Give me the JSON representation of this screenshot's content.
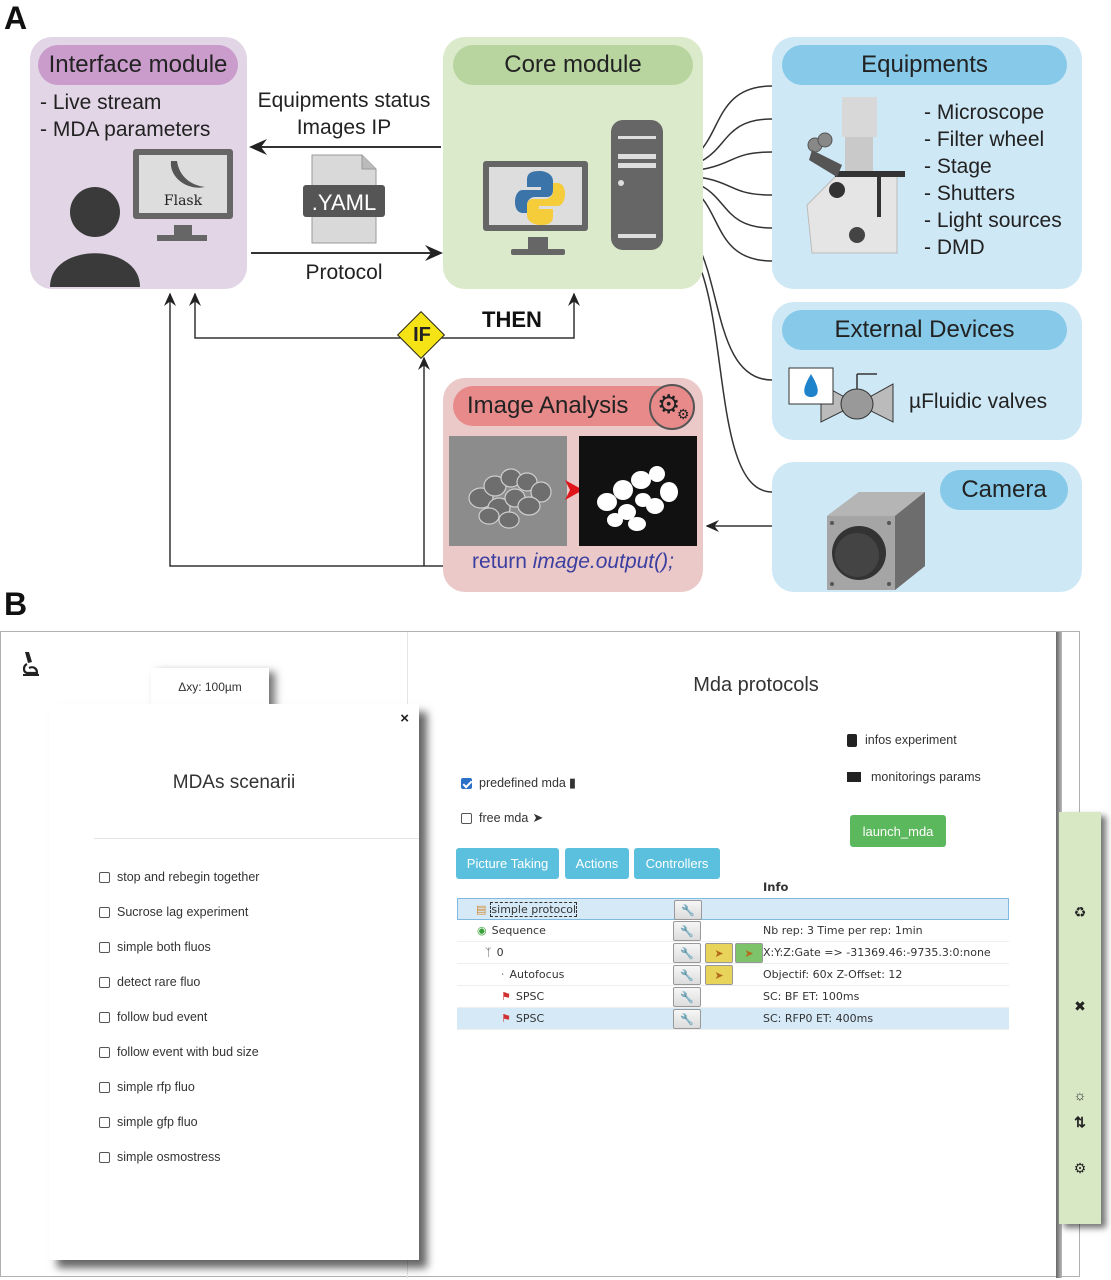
{
  "panel_labels": {
    "a": "A",
    "b": "B"
  },
  "diagram": {
    "interface_module": {
      "title": "Interface module",
      "items": [
        "- Live stream",
        "- MDA parameters"
      ],
      "monitor_label": "Flask",
      "color": "#e2d5e6",
      "pill_color": "#c99ccc"
    },
    "core_module": {
      "title": "Core module",
      "color": "#dbeacb",
      "pill_color": "#b8d5a0"
    },
    "equipments": {
      "title": "Equipments",
      "items": [
        "- Microscope",
        "- Filter wheel",
        "- Stage",
        "- Shutters",
        "- Light sources",
        "- DMD"
      ],
      "color": "#cfe8f6",
      "pill_color": "#86c9e8"
    },
    "external_devices": {
      "title": "External Devices",
      "item": "µFluidic valves"
    },
    "camera": {
      "title": "Camera"
    },
    "image_analysis": {
      "title": "Image Analysis",
      "code_prefix": "return ",
      "code_call": "image.output();",
      "color": "#ecc9c9",
      "pill_color": "#e88a8a"
    },
    "arrows": {
      "to_interface": [
        "Equipments status",
        "Images IP"
      ],
      "file_label": ".YAML",
      "to_core": "Protocol",
      "if_label": "IF",
      "then_label": "THEN"
    }
  },
  "app": {
    "delta_xy": "Δxy: 100µm",
    "modal": {
      "title": "MDAs scenarii",
      "close_icon": "×",
      "scenarios": [
        {
          "label": "stop and rebegin together",
          "checked": false
        },
        {
          "label": "Sucrose lag experiment",
          "checked": false
        },
        {
          "label": "simple both fluos",
          "checked": false
        },
        {
          "label": "detect rare fluo",
          "checked": false
        },
        {
          "label": "follow bud event",
          "checked": false
        },
        {
          "label": "follow event with bud size",
          "checked": false
        },
        {
          "label": "simple rfp fluo",
          "checked": false
        },
        {
          "label": "simple gfp fluo",
          "checked": false
        },
        {
          "label": "simple osmostress",
          "checked": false
        }
      ]
    },
    "main": {
      "title": "Mda protocols",
      "predefined_mda": {
        "label": "predefined mda",
        "checked": true
      },
      "free_mda": {
        "label": "free mda",
        "checked": false
      },
      "infos_experiment": "infos experiment",
      "monitorings_params": "monitorings params",
      "launch_button": "launch_mda",
      "tabs": [
        "Picture Taking",
        "Actions",
        "Controllers"
      ],
      "tree_header_info": "Info",
      "tree_rows": [
        {
          "name": "simple protocol",
          "info": "",
          "selected": true
        },
        {
          "name": "Sequence",
          "info": "Nb rep: 3 Time per rep: 1min",
          "selected": false
        },
        {
          "name": "0",
          "info": "X:Y:Z:Gate => -31369.46:-9735.3:0:none",
          "selected": false
        },
        {
          "name": "Autofocus",
          "info": "Objectif: 60x Z-Offset: 12",
          "selected": false
        },
        {
          "name": "SPSC",
          "info": "SC: BF ET: 100ms",
          "selected": false
        },
        {
          "name": "SPSC",
          "info": "SC: RFP0 ET: 400ms",
          "selected": true
        }
      ]
    },
    "colors": {
      "tab_blue": "#5bc0de",
      "launch_green": "#5cb85c",
      "toolbar_green": "#d8e8c5",
      "row_selected": "#d5e9f7"
    }
  }
}
